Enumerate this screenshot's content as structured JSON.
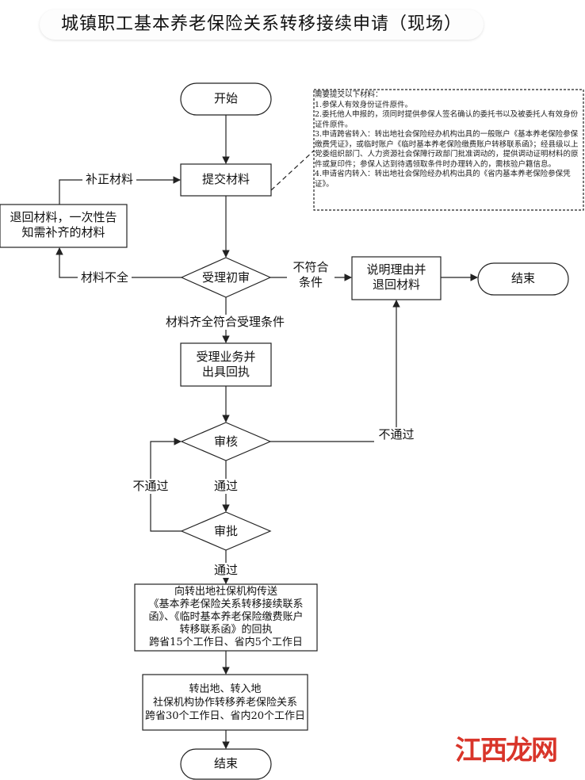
{
  "title": "城镇职工基本养老保险关系转移接续申请（现场）",
  "nodes": {
    "start": "开始",
    "submit": "提交材料",
    "return_materials": [
      "退回材料，一次性告",
      "知需补齐的材料"
    ],
    "review": "受理初审",
    "explain": [
      "说明理由并",
      "退回材料"
    ],
    "end1": "结束",
    "accept": [
      "受理业务并",
      "出具回执"
    ],
    "audit": "审核",
    "approve": "审批",
    "send": [
      "向转出地社保机构传送",
      "《基本养老保险关系转移接续联系",
      "函》、《临时基本养老保险缴费账户",
      "转移联系函》的回执",
      "跨省15个工作日、省内5个工作日"
    ],
    "transfer": [
      "转出地、转入地",
      "社保机构协作转移养老保险关系",
      "跨省30个工作日、省内20个工作日"
    ],
    "end2": "结束"
  },
  "labels": {
    "supplement": "补正材料",
    "incomplete": "材料不全",
    "not_meet": [
      "不符合",
      "条件"
    ],
    "complete": "材料齐全符合受理条件",
    "fail_right": "不通过",
    "fail_left": "不通过",
    "pass1": "通过",
    "pass2": "通过"
  },
  "note": [
    "需要提交以下材料：",
    "1.参保人有效身份证件原件。",
    "2.委托他人申报的，须同时提供参保人签名确认的委托书以及被委托人有效身份证件原件。",
    "3.申请跨省转入：转出地社会保险经办机构出具的一般账户《基本养老保险参保缴费凭证》，或临时账户《临时基本养老保险缴费账户转移联系函》；经县级以上党委组织部门、人力资源社会保障行政部门批准调动的，提供调动证明材料的原件或复印件；参保人达到待遇领取条件时办理转入的，需核验户籍信息。",
    "4.申请省内转入：转出地社会保险经办机构出具的《省内基本养老保险参保凭证》。"
  ],
  "watermark": "江西龙网"
}
